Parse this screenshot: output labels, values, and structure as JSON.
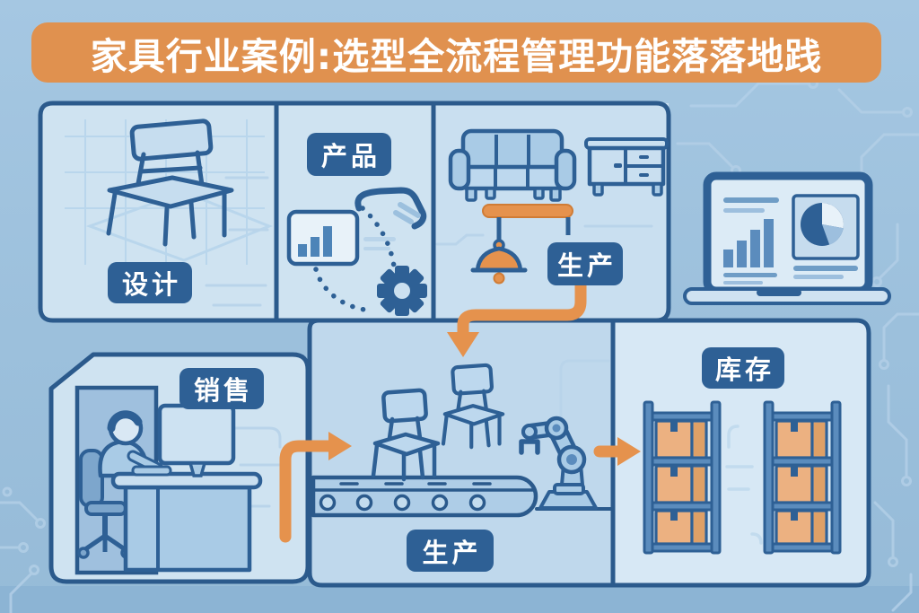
{
  "title": "家具行业案例:选型全流程管理功能落落地践",
  "panels": {
    "design": {
      "label": "设计"
    },
    "product": {
      "label": "产品"
    },
    "production_top": {
      "label": "生产"
    },
    "sales": {
      "label": "销售"
    },
    "production_line": {
      "label": "生产"
    },
    "inventory": {
      "label": "库存"
    }
  },
  "icons": {
    "design_panel": "blueprint-chair-icon",
    "product_panel": [
      "bar-chart-card-icon",
      "pen-swoosh-icon",
      "gear-icon",
      "dotted-cycle-arrow"
    ],
    "production_top_panel": [
      "sofa-icon",
      "sideboard-icon",
      "pendant-lamp-icon"
    ],
    "analytics": "laptop-dashboard-icon",
    "sales_panel": [
      "person-at-desk-icon",
      "monitor-icon",
      "office-chair-icon"
    ],
    "production_line_panel": [
      "conveyor-belt-icon",
      "chair-icon",
      "robot-arm-icon"
    ],
    "inventory_panel": "warehouse-shelves-icon",
    "flow_arrows": [
      "down-arrow",
      "right-arrow",
      "right-arrow"
    ],
    "background": "circuit-trace-decoration"
  },
  "colors": {
    "background": "#9cc0dc",
    "bottom_band": "#8cb4d4",
    "panel_fill": "#cfe3f1",
    "panel_border": "#2b5a8c",
    "label_bg": "#2e6095",
    "label_text": "#ffffff",
    "banner_bg": "#e0914f",
    "banner_text": "#ffffff",
    "accent_orange": "#e5924d",
    "box_orange": "#ecb181",
    "icon_fill": "#a9cbe6"
  }
}
